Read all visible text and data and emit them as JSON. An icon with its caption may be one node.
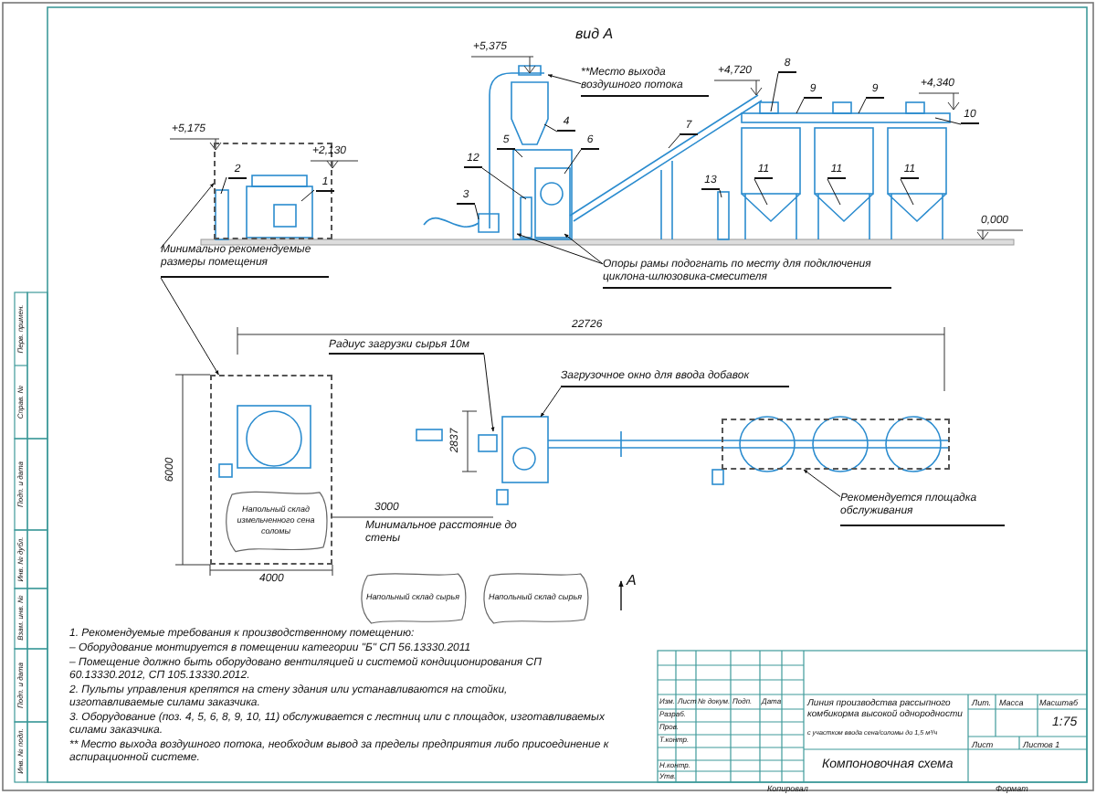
{
  "diagram": {
    "nodes": [
      {
        "text": [
          "Минимально рекомендуемые размеры помещения"
        ]
      },
      {
        "text": [],
        "shape": "box"
      },
      {
        "text": [],
        "shape": "box"
      },
      {
        "text": [
          "**Место выхода воздушного потока"
        ]
      },
      {
        "text": [
          "Опоры рамы подогнать по месту для подключения циклона-шлюзовика-смесителя"
        ]
      },
      {
        "text": [
          "Радиус загрузки сырья 10м"
        ]
      },
      {
        "text": [
          "Загрузочное окно для ввода добавок"
        ]
      },
      {
        "text": [
          "Рекомендуется площадка обслуживания"
        ]
      },
      {
        "text": [],
        "shape": "box"
      },
      {
        "text": [
          "Напольный склад измельченного сена соломы"
        ],
        "in": 2
      },
      {
        "text": [
          "Напольный склад сырья"
        ]
      },
      {
        "text": [
          "Напольный склад сырья"
        ]
      },
      {
        "text": [
          "1"
        ],
        "in": 1
      },
      {
        "text": [
          "2"
        ],
        "in": 1
      },
      {
        "text": [
          "3"
        ]
      },
      {
        "text": [
          "4"
        ]
      },
      {
        "text": [
          "5"
        ]
      },
      {
        "text": [
          "6"
        ]
      },
      {
        "text": [
          "7"
        ]
      },
      {
        "text": [
          "8"
        ]
      },
      {
        "text": [
          "9"
        ]
      },
      {
        "text": [
          "9"
        ]
      },
      {
        "text": [
          "10"
        ]
      },
      {
        "text": [
          "11"
        ]
      },
      {
        "text": [
          "11"
        ]
      },
      {
        "text": [
          "11"
        ]
      },
      {
        "text": [
          "12"
        ]
      },
      {
        "text": [
          "13"
        ]
      }
    ],
    "edges": [
      {
        "from": 0,
        "to": 1,
        "arrow": "to"
      },
      {
        "from": 0,
        "to": 2,
        "arrow": "to"
      },
      {
        "from": 3,
        "to": null,
        "arrow": "to"
      },
      {
        "from": 4,
        "to": null,
        "arrow": "to"
      },
      {
        "from": 4,
        "to": null,
        "arrow": "to"
      },
      {
        "from": 5,
        "to": null,
        "arrow": "to"
      },
      {
        "from": 6,
        "to": null,
        "arrow": "to"
      },
      {
        "from": 7,
        "to": 8,
        "arrow": "to"
      },
      {
        "from": 12,
        "to": null,
        "arrow": "none"
      },
      {
        "from": 13,
        "to": null,
        "arrow": "none"
      },
      {
        "from": 14,
        "to": null,
        "arrow": "none"
      },
      {
        "from": 15,
        "to": null,
        "arrow": "none"
      },
      {
        "from": 16,
        "to": null,
        "arrow": "none"
      },
      {
        "from": 17,
        "to": null,
        "arrow": "none"
      },
      {
        "from": 18,
        "to": null,
        "arrow": "none"
      },
      {
        "from": 19,
        "to": null,
        "arrow": "none"
      },
      {
        "from": 20,
        "to": null,
        "arrow": "none"
      },
      {
        "from": 21,
        "to": null,
        "arrow": "none"
      },
      {
        "from": 22,
        "to": null,
        "arrow": "none"
      },
      {
        "from": 23,
        "to": null,
        "arrow": "none"
      },
      {
        "from": 24,
        "to": null,
        "arrow": "none"
      },
      {
        "from": 25,
        "to": null,
        "arrow": "none"
      },
      {
        "from": 26,
        "to": null,
        "arrow": "none"
      },
      {
        "from": 27,
        "to": null,
        "arrow": "none"
      }
    ],
    "labels": [
      "вид А",
      "+5,375",
      "+4,720",
      "+4,340",
      "+5,175",
      "+2,130",
      "0,000",
      "22726",
      "2837",
      "6000",
      "4000",
      "3000",
      "А",
      "1. Рекомендуемые требования к производственному помещению:",
      "– Оборудование монтируется в помещении категории \"Б\" СП 56.13330.2011",
      "– Помещение должно быть оборудовано вентиляцией и системой кондиционирования СП 60.13330.2012, СП 105.13330.2012.",
      "2. Пульты управления крепятся на стену здания или устанавливаются на стойки, изготавливаемые силами заказчика.",
      "3. Оборудование (поз. 4, 5, 6, 8, 9, 10, 11) обслуживается с лестниц или с площадок, изготавливаемых силами заказчика.",
      "** Место выхода воздушного потока, необходим вывод за пределы предприятия либо присоединение к аспирационной системе.",
      "Изм.",
      "Лист",
      "№ докум.",
      "Подп.",
      "Дата",
      "Разраб.",
      "Пров.",
      "Т.контр.",
      "Н.контр.",
      "Утв.",
      "Линия производства рассыпного комбикорма высокой однородности",
      "с участком ввода сена/соломы до 1,5 м³/ч",
      "Лит.",
      "Масса",
      "Масштаб",
      "1:75",
      "Лист",
      "Листов 1",
      "Компоновочная схема",
      "Копировал",
      "Формат",
      "Перв. примен.",
      "Справ. №",
      "Подп. и дата",
      "Инв. № дубл.",
      "Взам. инв. №",
      "Подп. и дата",
      "Инв. № подл.",
      "Минимальное расстояние до стены"
    ]
  }
}
